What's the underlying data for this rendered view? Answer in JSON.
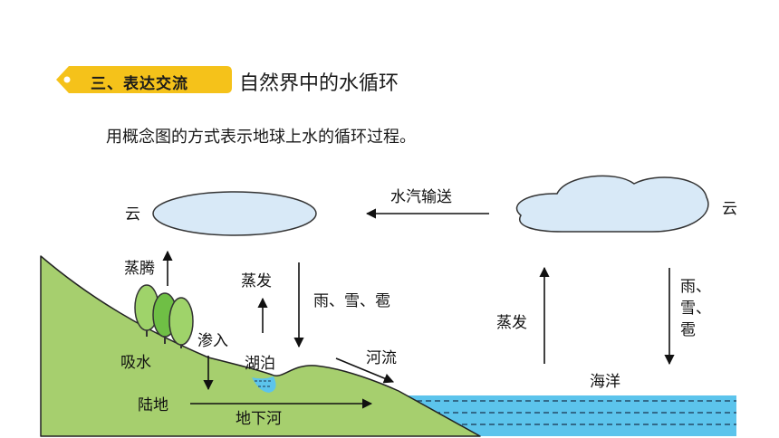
{
  "header": {
    "section_label": "三、表达交流",
    "title": "自然界中的水循环"
  },
  "instruction": "用概念图的方式表示地球上水的循环过程。",
  "diagram": {
    "cloud_left_label": "云",
    "cloud_right_label": "云",
    "vapor_transport": "水汽输送",
    "transpiration": "蒸腾",
    "evaporation_lake": "蒸发",
    "precip_land": "雨、雪、雹",
    "infiltration": "渗入",
    "absorption": "吸水",
    "lake": "湖泊",
    "river": "河流",
    "land": "陆地",
    "underground_river": "地下河",
    "evaporation_ocean": "蒸发",
    "precip_ocean_1": "雨、",
    "precip_ocean_2": "雪、",
    "precip_ocean_3": "雹",
    "ocean": "海洋"
  },
  "colors": {
    "pill": "#f5c21a",
    "land": "#a6cf6e",
    "ocean": "#5cc4ec",
    "cloud": "#d8e9f7",
    "tree": "#9fd36a"
  }
}
